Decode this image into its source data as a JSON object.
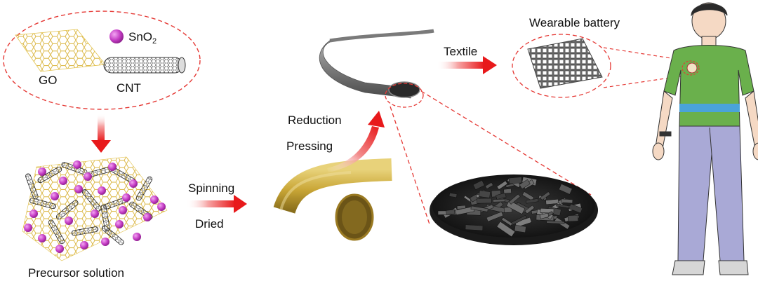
{
  "labels": {
    "go": "GO",
    "sno2": "SnO",
    "sno2_subscript": "2",
    "cnt": "CNT",
    "precursor": "Precursor solution",
    "spinning": "Spinning",
    "dried": "Dried",
    "reduction": "Reduction",
    "pressing": "Pressing",
    "textile": "Textile",
    "wearable": "Wearable battery"
  },
  "colors": {
    "dash_red": "#e53935",
    "arrow_red": "#e8191b",
    "graphene_yellow": "#e2c14a",
    "sno2_magenta": "#c03cc0",
    "fiber_gold": "#c9a636",
    "fiber_gray": "#6c6c6c",
    "shirt_green": "#6ab04c",
    "jeans_blue": "#a9a9d6"
  }
}
